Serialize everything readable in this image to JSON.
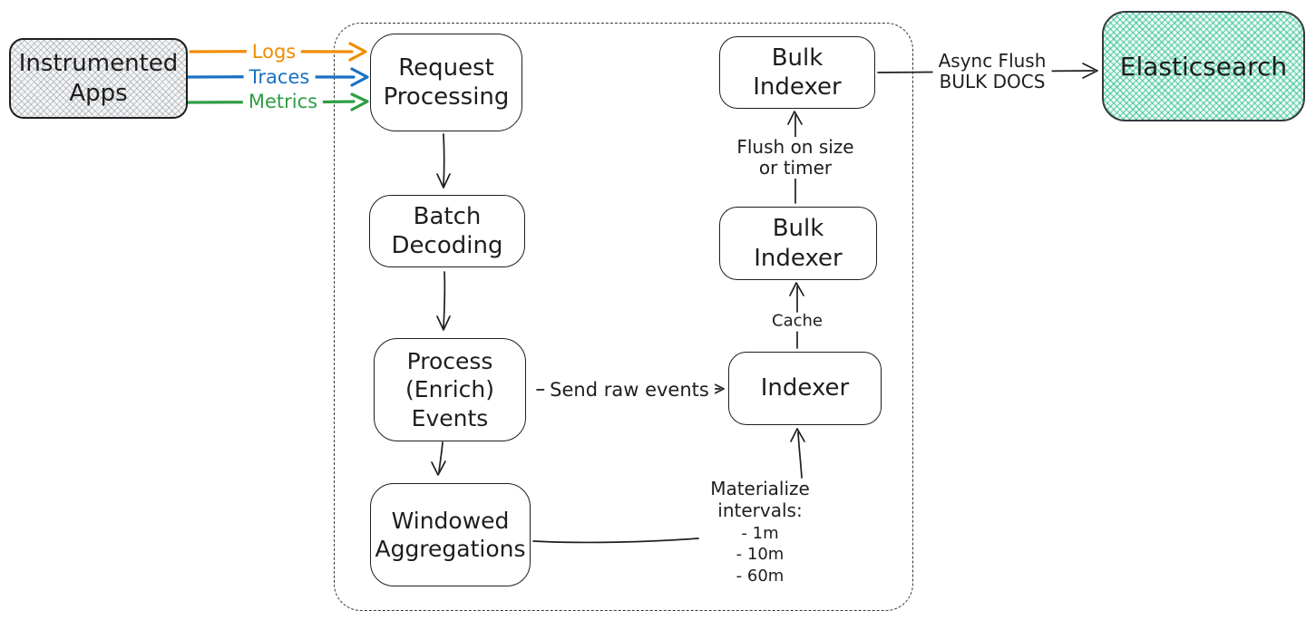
{
  "nodes": {
    "instrumented_apps": {
      "lines": [
        "Instrumented",
        "Apps"
      ]
    },
    "request_processing": {
      "lines": [
        "Request",
        "Processing"
      ]
    },
    "batch_decoding": {
      "lines": [
        "Batch",
        "Decoding"
      ]
    },
    "process_enrich_events": {
      "lines": [
        "Process",
        "(Enrich)",
        "Events"
      ]
    },
    "windowed_aggregations": {
      "lines": [
        "Windowed",
        "Aggregations"
      ]
    },
    "indexer": {
      "lines": [
        "Indexer"
      ]
    },
    "bulk_indexer_upper": {
      "lines": [
        "Bulk",
        "Indexer"
      ]
    },
    "bulk_indexer_lower": {
      "lines": [
        "Bulk",
        "Indexer"
      ]
    },
    "elasticsearch": {
      "lines": [
        "Elasticsearch"
      ]
    }
  },
  "edges": {
    "logs": {
      "label": "Logs",
      "color": "#f08c00"
    },
    "traces": {
      "label": "Traces",
      "color": "#1971c2"
    },
    "metrics": {
      "label": "Metrics",
      "color": "#2f9e44"
    },
    "send_raw_events": {
      "label": "Send raw events"
    },
    "cache": {
      "label": "Cache"
    },
    "flush": {
      "lines": [
        "Flush on size",
        "or timer"
      ]
    },
    "async_flush": {
      "lines": [
        "Async Flush",
        "BULK DOCS"
      ]
    },
    "materialize": {
      "lines": [
        "Materialize",
        "intervals:"
      ],
      "items": [
        "- 1m",
        "- 10m",
        "- 60m"
      ]
    }
  },
  "colors": {
    "ink": "#1e1e1e",
    "logs_arrow": "#f08c00",
    "traces_arrow": "#1971c2",
    "metrics_arrow": "#2f9e44",
    "elasticsearch_fill": "#12b886",
    "apps_fill": "#e9ecef"
  }
}
